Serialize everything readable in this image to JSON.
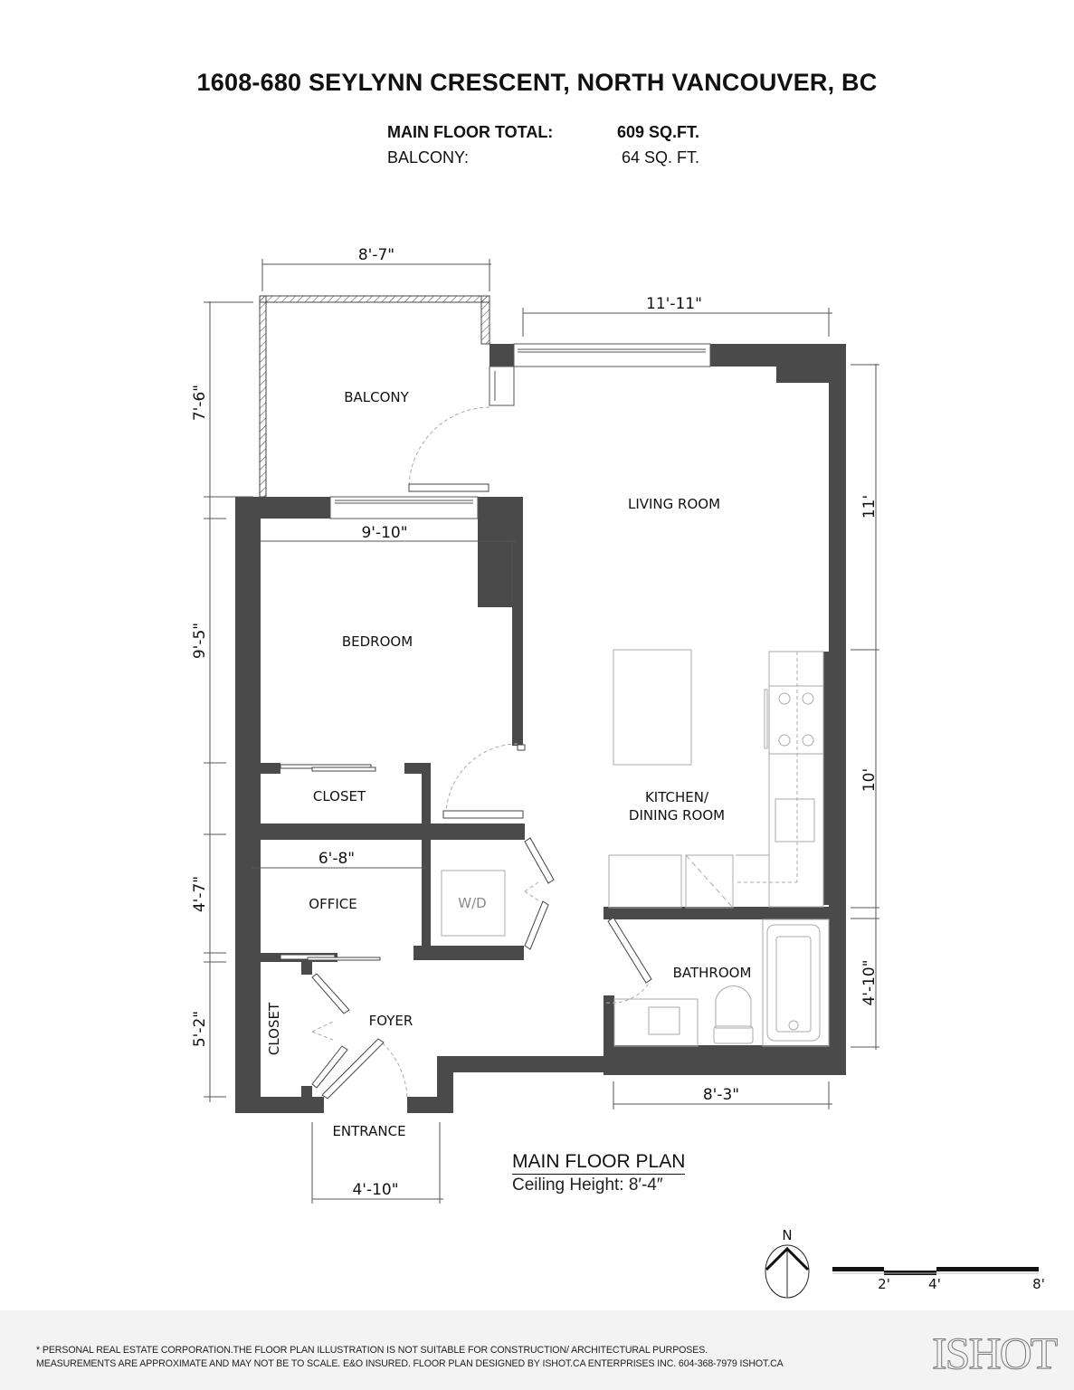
{
  "header": {
    "address": "1608-680 SEYLYNN CRESCENT, NORTH VANCOUVER, BC",
    "areas": [
      {
        "label": "MAIN FLOOR TOTAL:",
        "value": "609 SQ.FT.",
        "bold": true
      },
      {
        "label": "BALCONY:",
        "value": "64 SQ. FT.",
        "bold": false
      }
    ]
  },
  "rooms": {
    "balcony": "BALCONY",
    "living_room": "LIVING ROOM",
    "bedroom": "BEDROOM",
    "closet_bedroom": "CLOSET",
    "kitchen_line1": "KITCHEN/",
    "kitchen_line2": "DINING ROOM",
    "office": "OFFICE",
    "laundry": "W/D",
    "bathroom": "BATHROOM",
    "foyer": "FOYER",
    "closet_foyer": "CLOSET",
    "entrance": "ENTRANCE"
  },
  "dimensions": {
    "balcony_width": "8'-7\"",
    "balcony_depth": "7'-6\"",
    "living_width": "11'-11\"",
    "living_depth": "11'",
    "bedroom_width": "9'-10\"",
    "bedroom_depth": "9'-5\"",
    "office_width": "6'-8\"",
    "office_depth": "4'-7\"",
    "foyer_depth": "5'-2\"",
    "kitchen_depth": "10'",
    "bathroom_depth": "4'-10\"",
    "bathroom_width": "8'-3\"",
    "entrance_width": "4'-10\""
  },
  "plan_label": {
    "title": "MAIN FLOOR PLAN",
    "ceiling": "Ceiling Height: 8′-4″"
  },
  "compass": {
    "label": "N"
  },
  "scale_bar": {
    "ticks": [
      "2'",
      "4'",
      "8'"
    ]
  },
  "footer": {
    "line1": "* PERSONAL REAL ESTATE CORPORATION.THE FLOOR PLAN ILLUSTRATION IS NOT SUITABLE FOR CONSTRUCTION/ ARCHITECTURAL PURPOSES.",
    "line2": "MEASUREMENTS ARE APPROXIMATE AND MAY NOT BE TO SCALE. E&O INSURED. FLOOR PLAN DESIGNED BY ISHOT.CA ENTERPRISES INC. 604-368-7979  ISHOT.CA",
    "logo": "ISHOT"
  },
  "colors": {
    "wall": "#4a4a4a",
    "dim_line": "#555555",
    "fixture": "#aaaaaa",
    "footer_bg": "#f3f3f3"
  }
}
